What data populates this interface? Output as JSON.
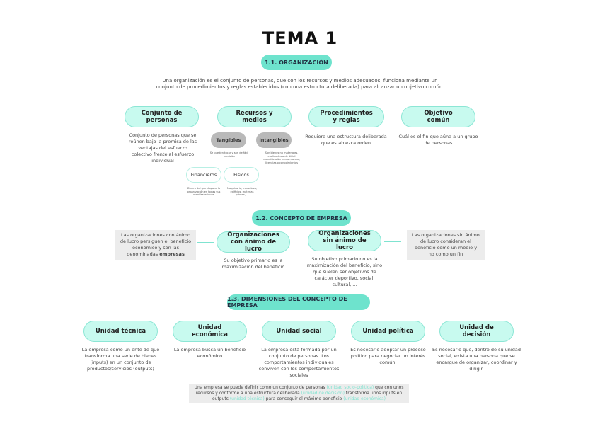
{
  "title": "TEMA 1",
  "s1": {
    "label": "1.1. ORGANIZACIÓN",
    "intro": "Una organización es el conjunto de personas, que con los recursos y medios adecuados, funciona mediante un conjunto de procedimientos y reglas establecidos (con una estructura deliberada) para alcanzar un objetivo común.",
    "nodes": [
      {
        "label": "Conjunto de personas",
        "desc": "Conjunto de personas que se reúnen bajo la premisa de las ventajas del esfuerzo colectivo frente al esfuerzo individual"
      },
      {
        "label": "Recursos y medios",
        "desc": ""
      },
      {
        "label": "Procedimientos y reglas",
        "desc": "Requiere una estructura deliberada que establezca orden"
      },
      {
        "label": "Objetivo común",
        "desc": "Cuál es el fin que aúna a un grupo de personas"
      }
    ],
    "tangibles": {
      "label": "Tangibles",
      "desc": "Se pueden tocar y son de fácil medición"
    },
    "intangibles": {
      "label": "Intangibles",
      "desc": "Son bienes no materiales, cualidades o de difícil cuantificación como marcas, licencias o conocimientos"
    },
    "financieros": {
      "label": "Financieros",
      "desc": "Dinero del que dispone la organización en todas sus manifestaciones"
    },
    "fisicos": {
      "label": "Físicos",
      "desc": "Maquinaria, inmuebles, edificios, materias primas,..."
    }
  },
  "s2": {
    "label": "1.2. CONCEPTO DE EMPRESA",
    "con": {
      "label": "Organizaciones con ánimo de lucro",
      "desc": "Su objetivo primario es la maximización del beneficio",
      "box": "Las organizaciones con ánimo de lucro persiguen el beneficio económico y son las denominadas",
      "box_bold": "empresas"
    },
    "sin": {
      "label": "Organizaciones sin ánimo de lucro",
      "desc": "Su objetivo primario no es la maximización del beneficio, sino que suelen ser objetivos de carácter deportivo, social, cultural, ...",
      "box": "Las organizaciones sin ánimo de lucro consideran el beneficio como un medio y no como un fin"
    }
  },
  "s3": {
    "label": "1.3. DIMENSIONES DEL CONCEPTO DE EMPRESA",
    "units": [
      {
        "label": "Unidad técnica",
        "desc": "La empresa como un ente de que transforma una serie de bienes (inputs) en un conjunto de productos/servicios (outputs)"
      },
      {
        "label": "Unidad económica",
        "desc": "La empresa busca un beneficio económico"
      },
      {
        "label": "Unidad social",
        "desc": "La empresa está formada por un conjunto de personas. Los comportamientos individuales conviven con los comportamientos sociales"
      },
      {
        "label": "Unidad política",
        "desc": "Es necesario adoptar un proceso político para negociar un interés común."
      },
      {
        "label": "Unidad de decisión",
        "desc": "Es necesario que, dentro de su unidad social, exista una persona que se encargue de organizar, coordinar y dirigir."
      }
    ],
    "summary": {
      "t1": "Una empresa se puede definir como un conjunto de personas",
      "h1": "(unidad socio-política)",
      "t2": "que con unos recursos y conforme a una estructura deliberada",
      "h2": "(unidad de decisión)",
      "t3": "transforma unos inputs en outputs",
      "h3": "(unidad técnica)",
      "t4": "para conseguir el máximo beneficio",
      "h4": "(unidad económica)"
    }
  },
  "colors": {
    "accent": "#6ee3cd",
    "pill": "#c8faef",
    "grey": "#b9b9b9",
    "box": "#ececec"
  }
}
